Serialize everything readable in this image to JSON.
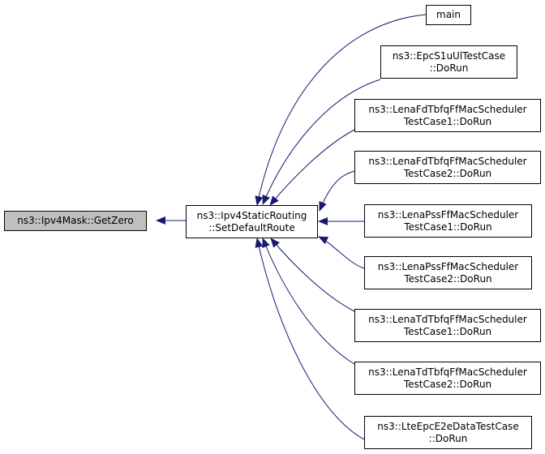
{
  "graph": {
    "edge_color": "#191970",
    "current_node_fill": "#bfbfbf",
    "nodes": {
      "getzero": {
        "lines": [
          "ns3::Ipv4Mask::GetZero"
        ]
      },
      "setdefaultroute": {
        "lines": [
          "ns3::Ipv4StaticRouting",
          "::SetDefaultRoute"
        ]
      },
      "main": {
        "lines": [
          "main"
        ]
      },
      "epcs1uul": {
        "lines": [
          "ns3::EpcS1uUlTestCase",
          "::DoRun"
        ]
      },
      "lenafdtbfq1": {
        "lines": [
          "ns3::LenaFdTbfqFfMacScheduler",
          "TestCase1::DoRun"
        ]
      },
      "lenafdtbfq2": {
        "lines": [
          "ns3::LenaFdTbfqFfMacScheduler",
          "TestCase2::DoRun"
        ]
      },
      "lenapss1": {
        "lines": [
          "ns3::LenaPssFfMacScheduler",
          "TestCase1::DoRun"
        ]
      },
      "lenapss2": {
        "lines": [
          "ns3::LenaPssFfMacScheduler",
          "TestCase2::DoRun"
        ]
      },
      "lenatdtbfq1": {
        "lines": [
          "ns3::LenaTdTbfqFfMacScheduler",
          "TestCase1::DoRun"
        ]
      },
      "lenatdtbfq2": {
        "lines": [
          "ns3::LenaTdTbfqFfMacScheduler",
          "TestCase2::DoRun"
        ]
      },
      "lteepce2e": {
        "lines": [
          "ns3::LteEpcE2eDataTestCase",
          "::DoRun"
        ]
      }
    },
    "edges": [
      {
        "from": "setdefaultroute",
        "to": "getzero"
      },
      {
        "from": "main",
        "to": "setdefaultroute"
      },
      {
        "from": "epcs1uul",
        "to": "setdefaultroute"
      },
      {
        "from": "lenafdtbfq1",
        "to": "setdefaultroute"
      },
      {
        "from": "lenafdtbfq2",
        "to": "setdefaultroute"
      },
      {
        "from": "lenapss1",
        "to": "setdefaultroute"
      },
      {
        "from": "lenapss2",
        "to": "setdefaultroute"
      },
      {
        "from": "lenatdtbfq1",
        "to": "setdefaultroute"
      },
      {
        "from": "lenatdtbfq2",
        "to": "setdefaultroute"
      },
      {
        "from": "lteepce2e",
        "to": "setdefaultroute"
      }
    ]
  }
}
